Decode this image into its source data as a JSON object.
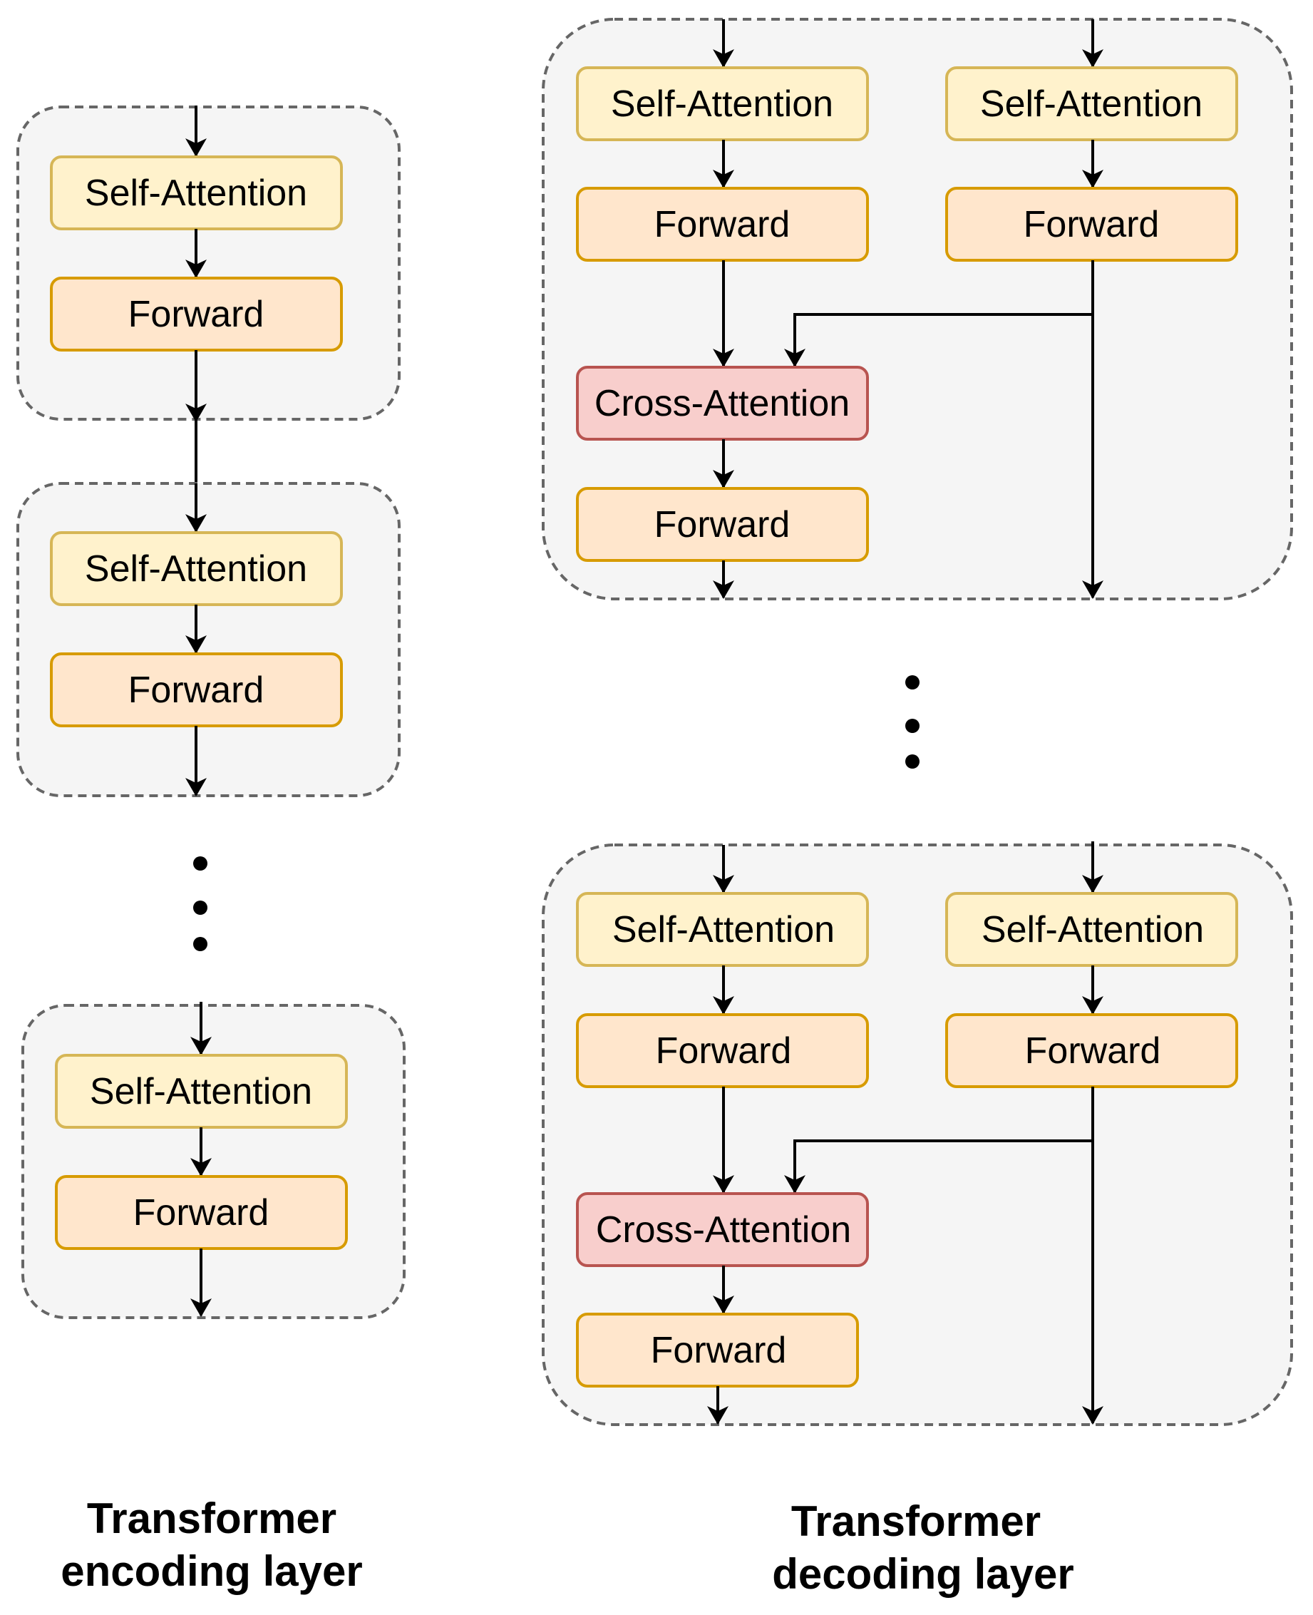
{
  "labels": {
    "self_attention": "Self-Attention",
    "forward": "Forward",
    "cross_attention": "Cross-Attention"
  },
  "captions": {
    "encoding_line1": "Transformer",
    "encoding_line2": "encoding layer",
    "decoding_line1": "Transformer",
    "decoding_line2": "decoding layer"
  },
  "colors": {
    "self_attention_fill": "#fff2cc",
    "self_attention_stroke": "#d6b656",
    "forward_fill": "#ffe6cc",
    "forward_stroke": "#d79b00",
    "cross_attention_fill": "#f8cecc",
    "cross_attention_stroke": "#b85450",
    "container_fill": "#f5f5f5",
    "container_stroke": "#666666"
  }
}
